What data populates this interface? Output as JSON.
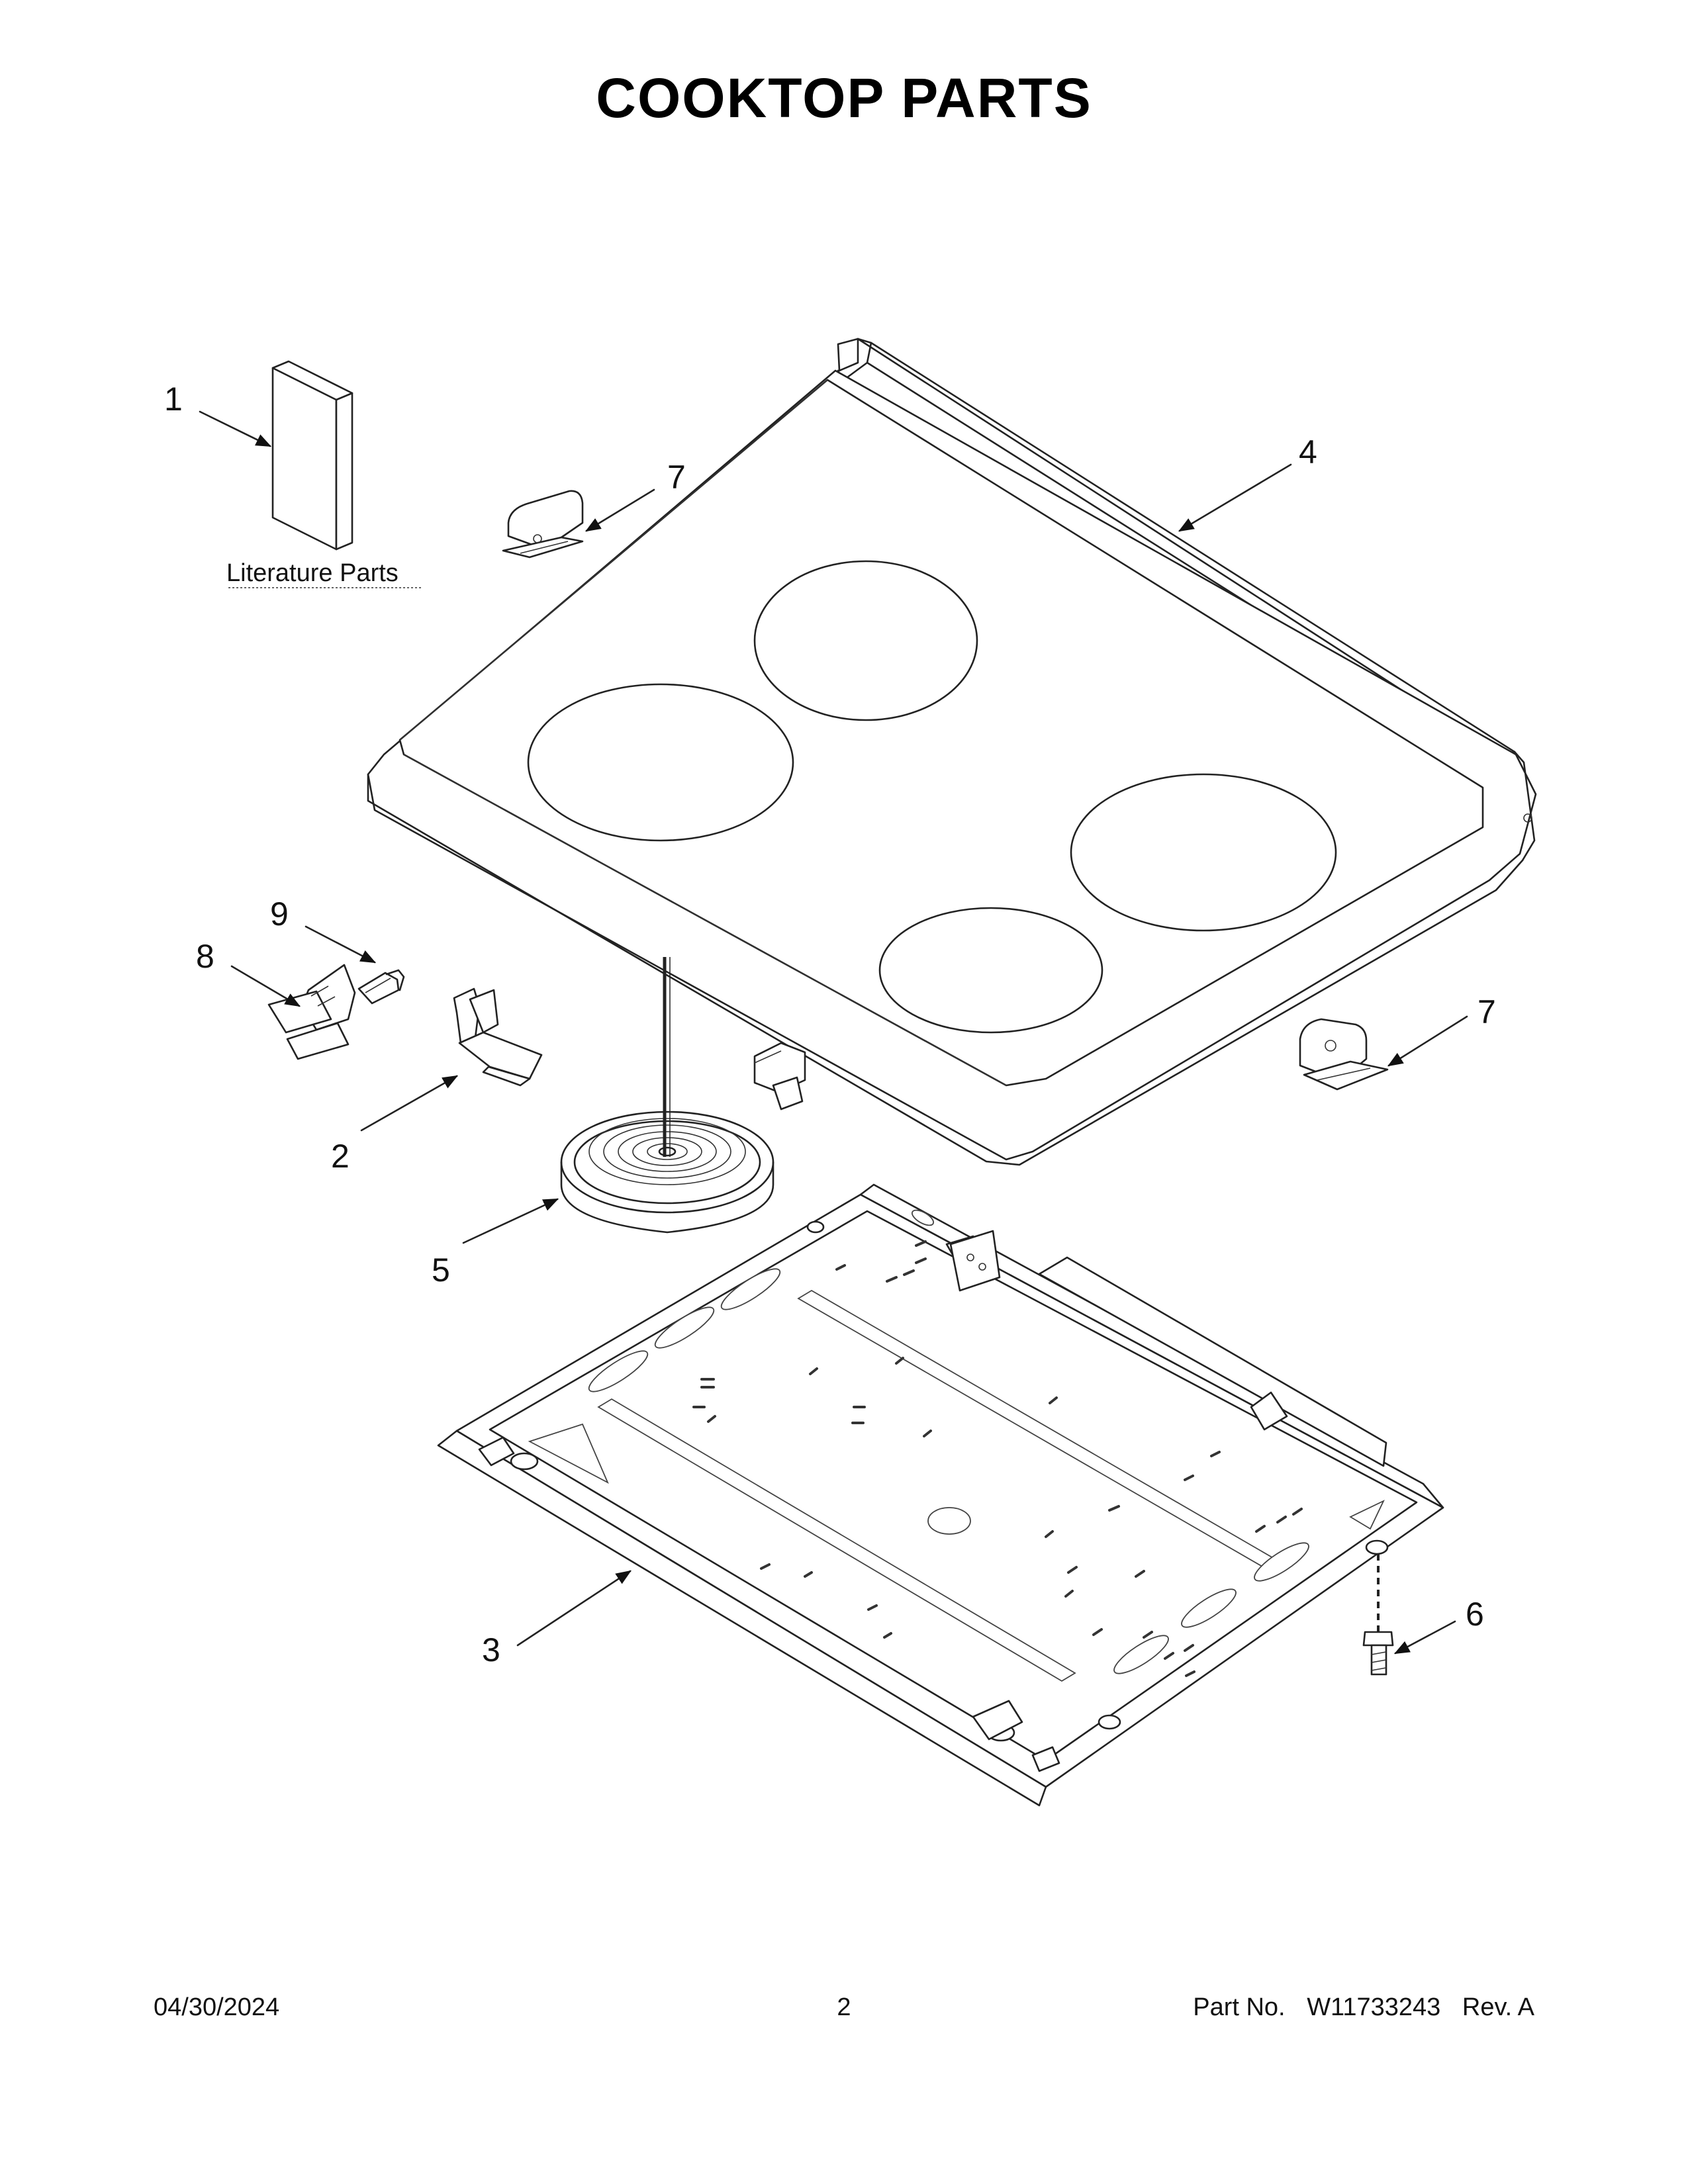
{
  "title": "COOKTOP PARTS",
  "literature_label": "Literature Parts",
  "callouts": {
    "c1": "1",
    "c2": "2",
    "c3": "3",
    "c4": "4",
    "c5": "5",
    "c6": "6",
    "c7a": "7",
    "c7b": "7",
    "c8": "8",
    "c9": "9"
  },
  "footer": {
    "date": "04/30/2024",
    "page": "2",
    "part_label": "Part No.",
    "part_number": "W11733243",
    "revision": "Rev. A"
  }
}
